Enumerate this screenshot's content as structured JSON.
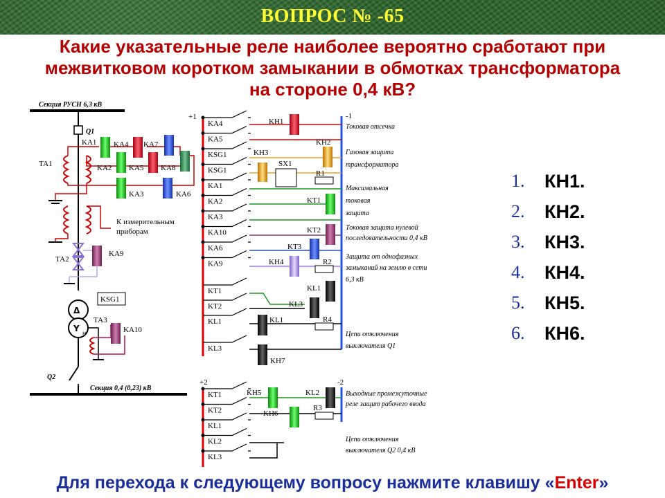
{
  "banner": {
    "title": "ВОПРОС № -65"
  },
  "question": {
    "line1": "Какие указательные реле наиболее вероятно сработают при",
    "line2": "межвитковом коротком замыкании в обмотках трансформатора",
    "line3": "на стороне 0,4 кВ?"
  },
  "answers": [
    {
      "num": "1.",
      "text": "КН1."
    },
    {
      "num": "2.",
      "text": "КН2."
    },
    {
      "num": "3.",
      "text": "КН3."
    },
    {
      "num": "4.",
      "text": "КН4."
    },
    {
      "num": "5.",
      "text": "КН5."
    },
    {
      "num": "6.",
      "text": "КН6."
    }
  ],
  "footer": {
    "text": "Для перехода к следующему вопросу нажмите клавишу «",
    "key": "Enter",
    "tail": "»"
  },
  "diagram": {
    "section_top": "Секция РУСН 6,3 кВ",
    "section_bottom": "Секция 0,4 (0,23) кВ",
    "breaker_q1": "Q1",
    "breaker_q2": "Q2",
    "ta1": "ТА1",
    "ta2": "ТА2",
    "ta3": "ТА3",
    "meas": "К измерительным",
    "meas2": "приборам",
    "relays": {
      "ka1": "KA1",
      "ka2": "KA2",
      "ka3": "KA3",
      "ka4": "KA4",
      "ka5": "KA5",
      "ka6": "KA6",
      "ka7": "KA7",
      "ka8": "KA8",
      "ka9": "KA9",
      "ka10": "KA10",
      "ksg1": "KSG1"
    },
    "contacts_top": [
      "KA4",
      "KA5",
      "KSG1",
      "KSG1",
      "KA1",
      "KA2",
      "KA3",
      "KA10",
      "KA6",
      "KA9",
      "KT1",
      "KT2",
      "KL1",
      "KL3"
    ],
    "contacts_bottom": [
      "KT1",
      "KT2",
      "KL1",
      "KL2",
      "KL3"
    ],
    "indicators": {
      "kh1": "KH1",
      "kh2": "KH2",
      "kh3": "KH3",
      "kh4": "KH4",
      "kh5": "KH5",
      "kh6": "KH6",
      "kh7": "KH7",
      "sx1": "SX1",
      "r1": "R1",
      "r2": "R2",
      "r3": "R3",
      "r4": "R4",
      "kt1": "KT1",
      "kt2": "KT2",
      "kt3": "KT3",
      "kl1": "KL1",
      "kl1b": "KL1",
      "kl2": "KL2",
      "kl3": "KL3"
    },
    "poles": {
      "p1": "+1",
      "m1": "-1",
      "p2": "+2",
      "m2": "-2"
    },
    "notes": {
      "n1": "Токовая отсечка",
      "n2a": "Газовая защита",
      "n2b": "трансформатора",
      "n3a": "Максимальная",
      "n3b": "токовая",
      "n3c": "защита",
      "n4a": "Токовая защита нулевой",
      "n4b": "последовательности 0,4 кВ",
      "n5a": "Защита от однофазных",
      "n5b": "замыканий на землю в сети",
      "n5c": "6,3 кВ",
      "n6a": "Цепи отключения",
      "n6b": "выключателя Q1",
      "n7a": "Выходные промежуточные",
      "n7b": "реле защит рабочего ввода",
      "n8a": "Цепи отключения",
      "n8b": "выключателя Q2 0,4 кВ"
    }
  },
  "colors": {
    "banner_title": "#ffff33",
    "question": "#b40000",
    "footer": "#1a2f9a",
    "footer_key": "#d40000",
    "relay_green": "#22cc22",
    "relay_red": "#ee2233",
    "relay_blue": "#3366ff",
    "relay_purple": "#aa4488",
    "relay_lilac": "#b99cf0",
    "relay_orange": "#f0a020",
    "relay_dkgreen": "#2a8a55",
    "relay_black": "#111111"
  }
}
